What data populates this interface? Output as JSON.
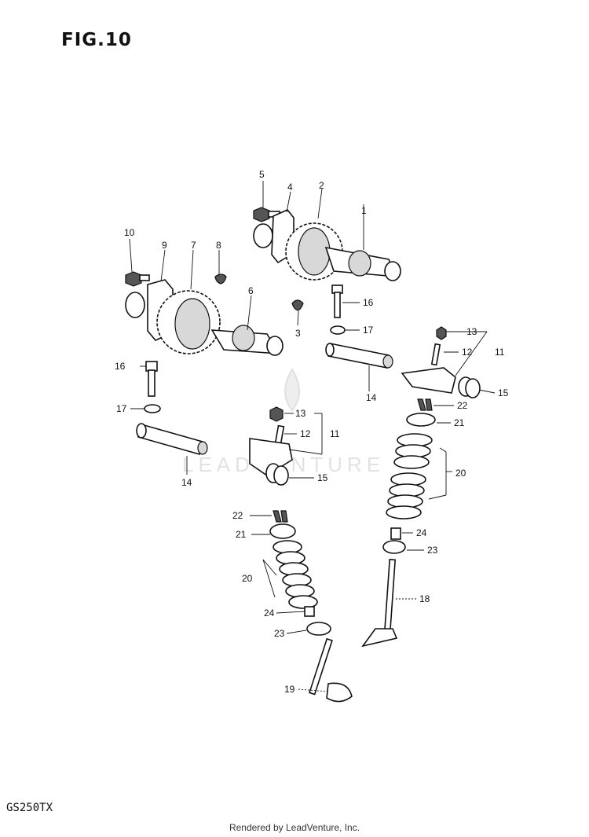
{
  "figure": {
    "title": "FIG.10",
    "model": "GS250TX",
    "footer": "Rendered by LeadVenture, Inc.",
    "watermark": "LEADVENTURE"
  },
  "callouts": [
    "1",
    "2",
    "3",
    "4",
    "5",
    "6",
    "7",
    "8",
    "9",
    "10",
    "11",
    "11",
    "12",
    "12",
    "13",
    "13",
    "14",
    "14",
    "15",
    "15",
    "16",
    "16",
    "17",
    "17",
    "18",
    "19",
    "20",
    "20",
    "21",
    "21",
    "22",
    "22",
    "23",
    "23",
    "24",
    "24"
  ]
}
